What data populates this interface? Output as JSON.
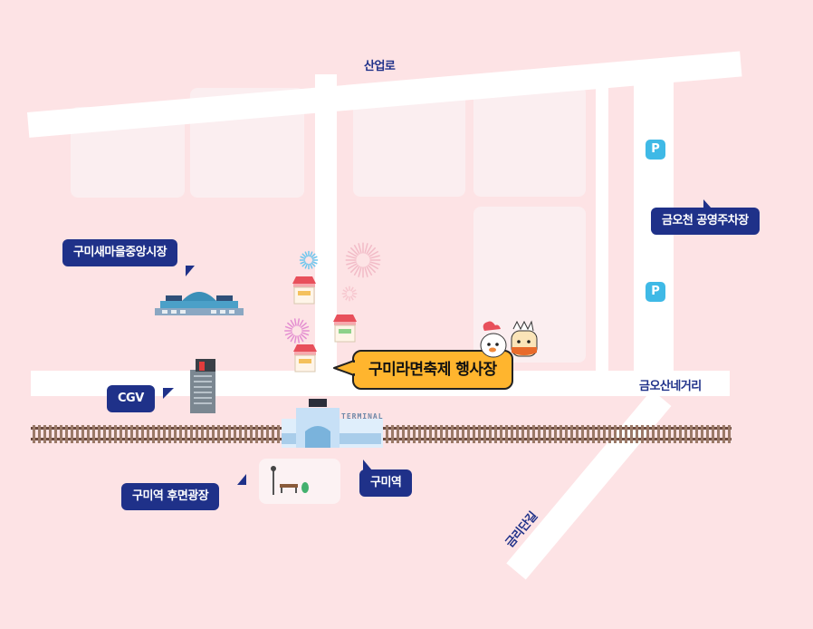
{
  "colors": {
    "background": "#fde3e5",
    "road": "#ffffff",
    "label_bg": "#1f3189",
    "event_label_bg": "#ffb52e",
    "parking": "#3fb9e6"
  },
  "roads": {
    "top": "산업로",
    "right_intersection": "금오산네거리",
    "diagonal": "금리단길"
  },
  "parking_label": "P",
  "landmarks": {
    "market": "구미새마을중앙시장",
    "cgv": "CGV",
    "station": "구미역",
    "rear_plaza": "구미역 후면광장",
    "parking_lot": "금오천 공영주차장"
  },
  "event_venue": "구미라면축제 행사장",
  "terminal_sign": "TERMINAL",
  "icons": [
    "parking-icon",
    "market-building-icon",
    "cgv-building-icon",
    "station-building-icon",
    "food-stall-icon",
    "firework-icon",
    "mascot-icon",
    "bench-icon",
    "streetlamp-icon",
    "railway-track"
  ]
}
